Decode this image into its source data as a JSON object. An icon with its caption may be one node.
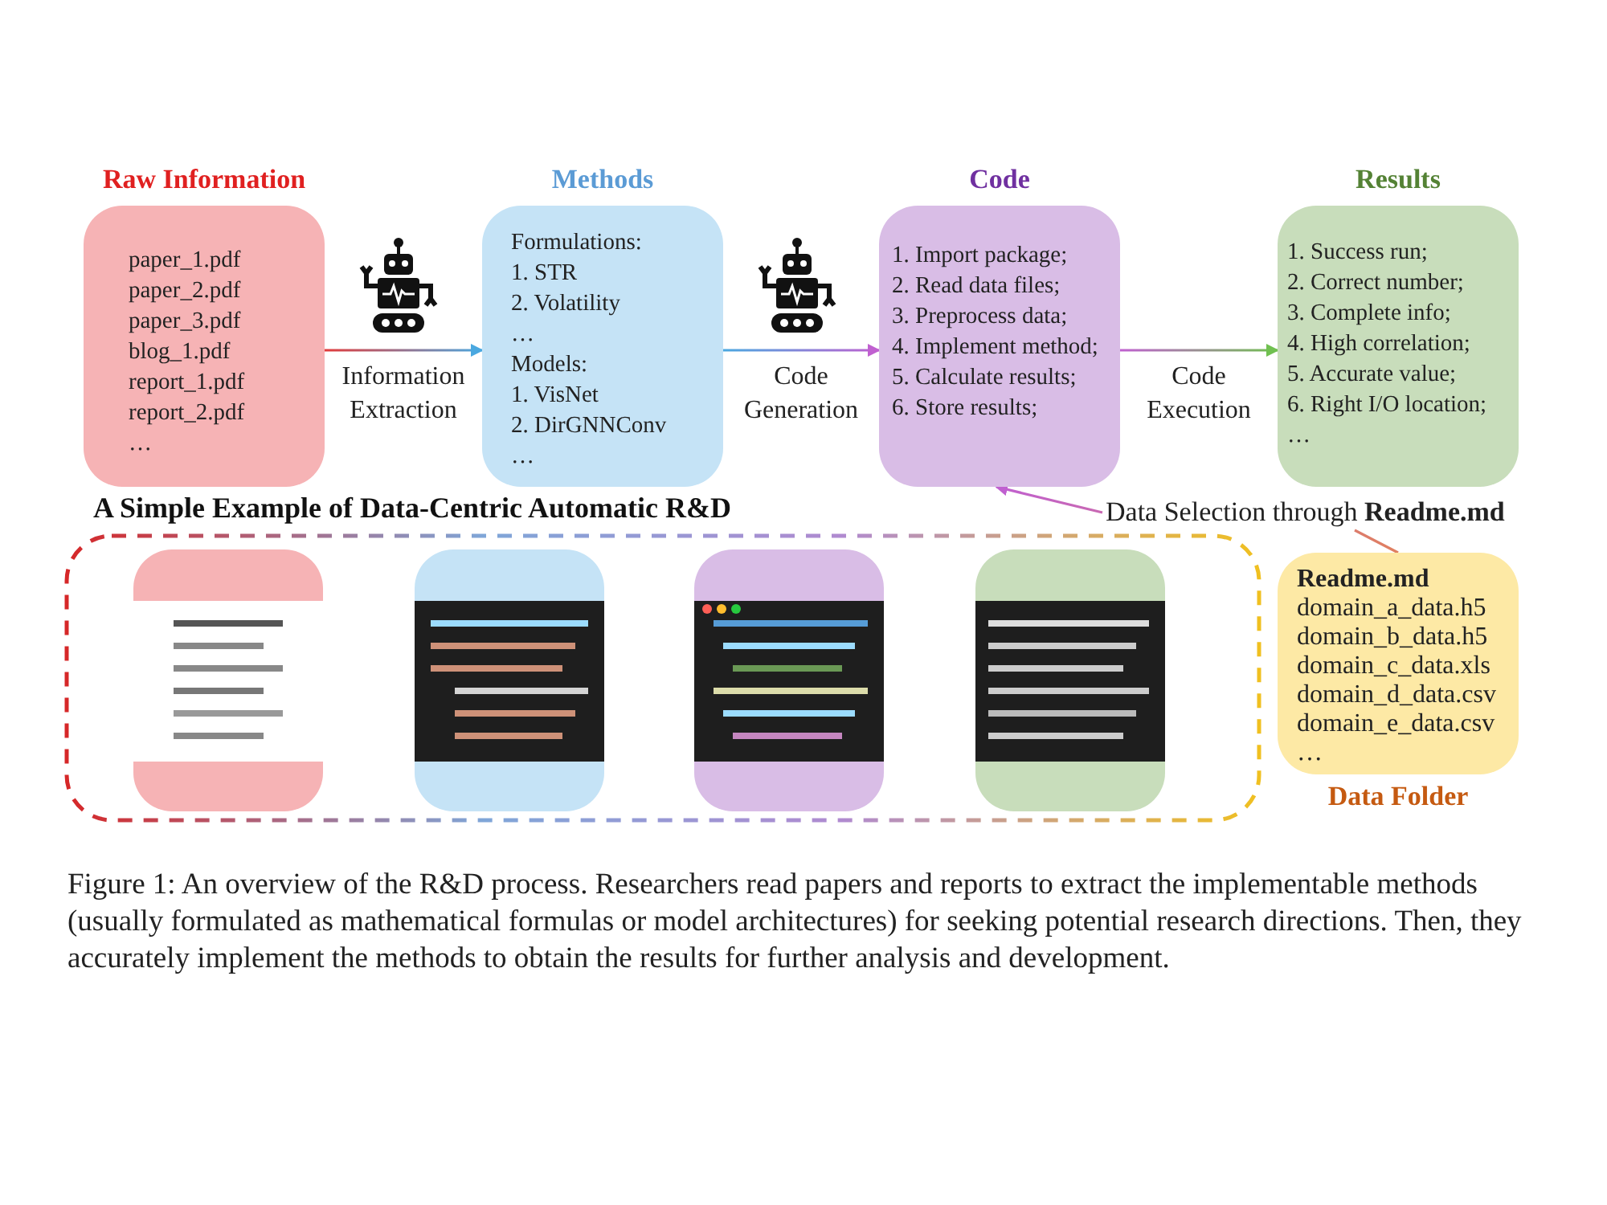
{
  "diagram": {
    "nodes": [
      {
        "text": [
          "Raw Information",
          "paper_1.pdf",
          "paper_2.pdf",
          "paper_3.pdf",
          "blog_1.pdf",
          "report_1.pdf",
          "report_2.pdf",
          "…"
        ]
      },
      {
        "text": [
          "Methods",
          "Formulations:",
          "1. STR",
          "2. Volatility",
          "…",
          "Models:",
          "1. VisNet",
          "2. DirGNNConv",
          "…"
        ]
      },
      {
        "text": [
          "Code",
          "1. Import package;",
          "2. Read data files;",
          "3. Preprocess data;",
          "4. Implement method;",
          "5. Calculate results;",
          "6. Store results;"
        ]
      },
      {
        "text": [
          "Results",
          "1. Success run;",
          "2. Correct number;",
          "3. Complete info;",
          "4. High correlation;",
          "5. Accurate value;",
          "6. Right I/O location;",
          "…"
        ]
      },
      {
        "text": [
          "Readme.md",
          "domain_a_data.h5",
          "domain_b_data.h5",
          "domain_c_data.xls",
          "domain_d_data.csv",
          "domain_e_data.csv",
          "…",
          "Data Folder"
        ]
      },
      {
        "text": [
          "A Simple Example of Data-Centric Automatic R&D"
        ]
      },
      {
        "text": [],
        "shape": "box",
        "in": 5
      },
      {
        "text": [],
        "shape": "box",
        "in": 5
      },
      {
        "text": [],
        "shape": "box",
        "in": 5
      },
      {
        "text": [],
        "shape": "box",
        "in": 5
      }
    ],
    "edges": [
      {
        "from": 0,
        "to": 1,
        "arrow": "to",
        "label": "Information Extraction"
      },
      {
        "from": 1,
        "to": 2,
        "arrow": "to",
        "label": "Code Generation"
      },
      {
        "from": 2,
        "to": 3,
        "arrow": "to",
        "label": "Code Execution"
      },
      {
        "from": 4,
        "to": 2,
        "arrow": "to",
        "label": "Data Selection through **Readme.md**"
      }
    ],
    "caption": "Figure 1: An overview of the R&D process. Researchers read papers and reports to extract the implementable methods (usually formulated as mathematical formulas or model architectures) for seeking potential research directions. Then, they accurately implement the methods to obtain the results for further analysis and development."
  }
}
